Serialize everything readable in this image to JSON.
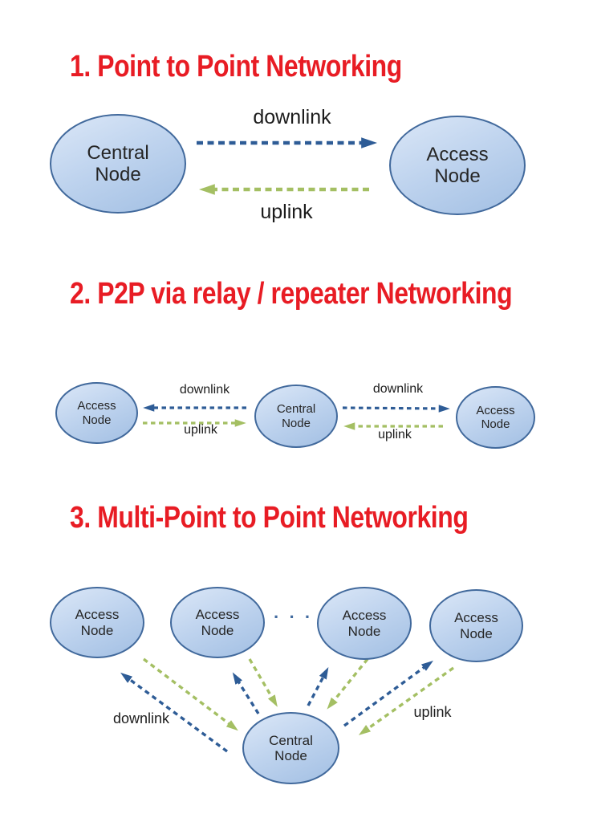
{
  "colors": {
    "title_red": "#e81c24",
    "downlink_blue": "#2e5c96",
    "uplink_green": "#a4bf63",
    "node_border": "#41699c",
    "node_fill_top": "#dbe7f7",
    "node_fill_bottom": "#a2bfe3",
    "node_text": "#262626",
    "label_text": "#1c1c1c",
    "dots_blue": "#426b9f"
  },
  "sections": [
    {
      "title": "1. Point to Point Networking",
      "central_node": "Central Node",
      "access_node": "Access Node",
      "downlink": "downlink",
      "uplink": "uplink"
    },
    {
      "title": "2. P2P via relay / repeater Networking",
      "central_node": "Central Node",
      "access_node": "Access Node",
      "downlink": "downlink",
      "uplink": "uplink"
    },
    {
      "title": "3. Multi-Point to Point Networking",
      "central_node": "Central Node",
      "access_node": "Access Node",
      "downlink": "downlink",
      "uplink": "uplink",
      "ellipsis": "· · ·"
    }
  ]
}
